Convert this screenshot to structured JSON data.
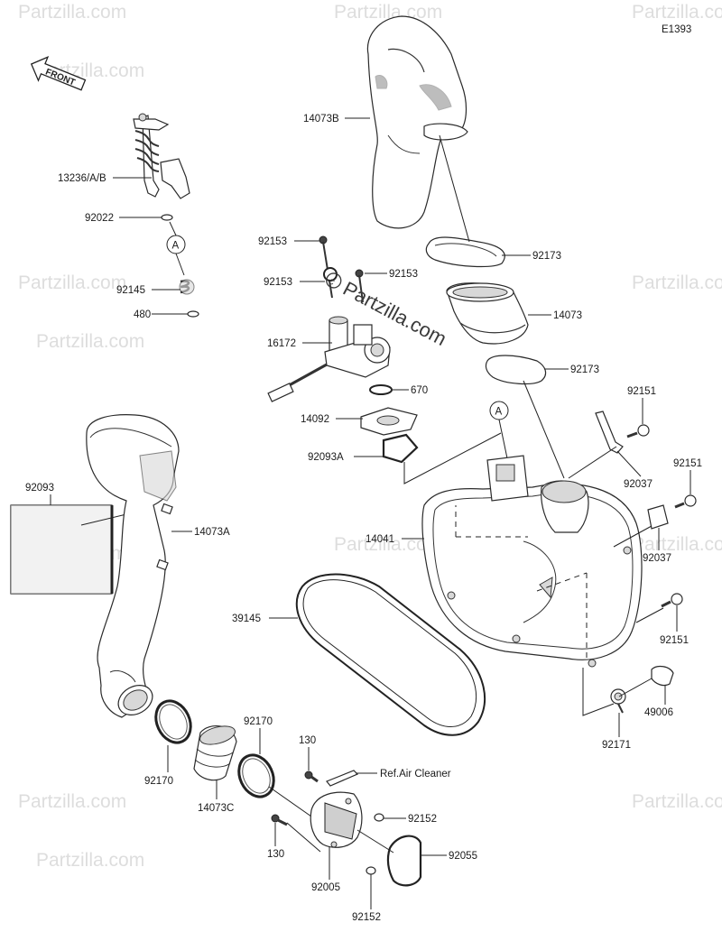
{
  "diagram_code": "E1393",
  "front_label": "FRONT",
  "watermark": "Partzilla.com",
  "reference_marker": "A",
  "parts": {
    "p13236": "13236/A/B",
    "p92022": "92022",
    "p92145": "92145",
    "p480": "480",
    "p14073B": "14073B",
    "p92153a": "92153",
    "p92153b": "92153",
    "p92153c": "92153",
    "p16172": "16172",
    "p92173a": "92173",
    "p14073": "14073",
    "p92173b": "92173",
    "p670": "670",
    "p14092": "14092",
    "p92093A": "92093A",
    "p92151a": "92151",
    "p92037a": "92037",
    "p92151b": "92151",
    "p92037b": "92037",
    "p14041": "14041",
    "p92093": "92093",
    "p14073A": "14073A",
    "p39145": "39145",
    "p92151c": "92151",
    "p49006": "49006",
    "p92171": "92171",
    "p92170a": "92170",
    "p92170b": "92170",
    "p14073C": "14073C",
    "p130a": "130",
    "p130b": "130",
    "p_ref": "Ref.Air Cleaner",
    "p92152a": "92152",
    "p92152b": "92152",
    "p92055": "92055",
    "p92005": "92005"
  }
}
